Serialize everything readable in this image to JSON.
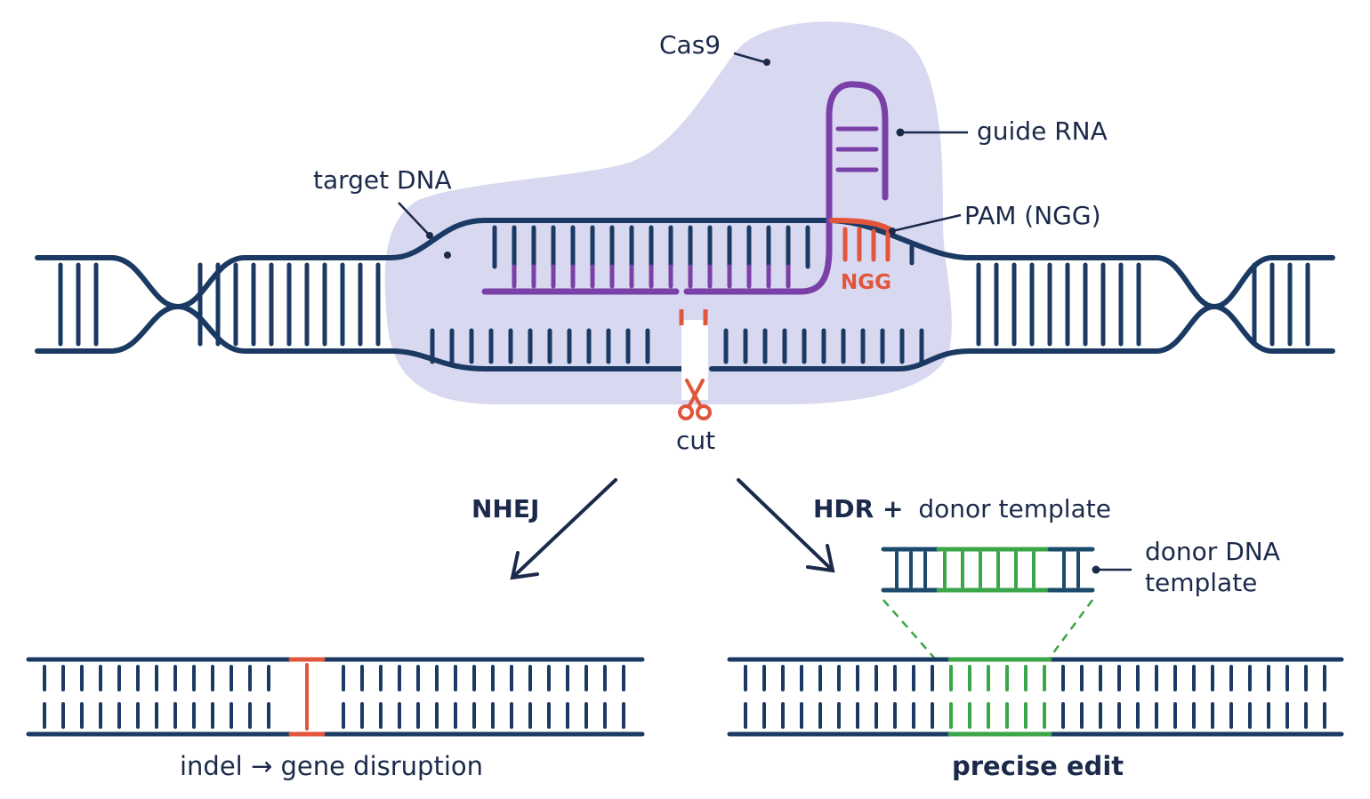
{
  "labels": {
    "cas9": "Cas9",
    "guide_rna": "guide RNA",
    "target_dna": "target DNA",
    "pam": "PAM (NGG)",
    "ngg": "NGG",
    "cut": "cut",
    "nhej": "NHEJ",
    "hdr": "HDR +",
    "donor_template": "donor template",
    "donor_dna_line1": "donor DNA",
    "donor_dna_line2": "template",
    "indel": "indel → gene disruption",
    "precise_edit": "precise edit"
  },
  "colors": {
    "dna": "#1b3a63",
    "rna": "#7b3fa8",
    "cas9": "#d6d6f0",
    "pam": "#e2553d",
    "cut": "#e2553d",
    "edit": "#3aa648",
    "text": "#1b2a4a"
  }
}
